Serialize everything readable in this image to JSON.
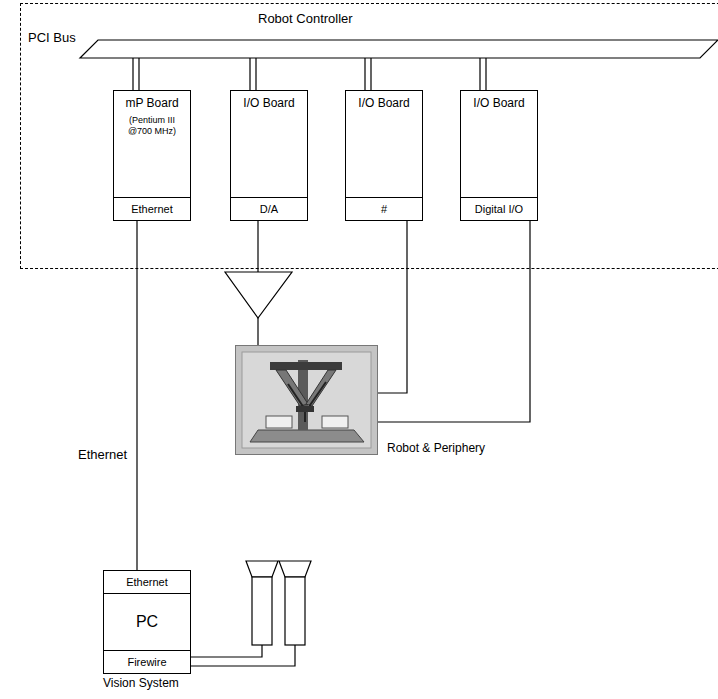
{
  "diagram": {
    "nodes": [
      {
        "text": [
          "Robot Controller"
        ]
      },
      {
        "text": [
          "PCI Bus"
        ],
        "in": 0
      },
      {
        "text": [
          "mP Board",
          "(Pentium III @700 MHz)"
        ],
        "in": 0
      },
      {
        "text": [
          "Ethernet"
        ],
        "in": 2
      },
      {
        "text": [
          "I/O Board"
        ],
        "in": 0
      },
      {
        "text": [
          "D/A"
        ],
        "in": 4
      },
      {
        "text": [
          "I/O Board"
        ],
        "in": 0
      },
      {
        "text": [
          "#"
        ],
        "in": 6
      },
      {
        "text": [
          "I/O Board"
        ],
        "in": 0
      },
      {
        "text": [
          "Digital I/O"
        ],
        "in": 8
      },
      {
        "text": [
          "Robot & Periphery"
        ]
      },
      {
        "text": [
          "PC",
          "Vision System"
        ]
      },
      {
        "text": [
          "Ethernet"
        ],
        "in": 11
      },
      {
        "text": [
          "Firewire"
        ],
        "in": 11
      }
    ],
    "edges": [
      {
        "from": 1,
        "to": 2,
        "arrow": "none"
      },
      {
        "from": 1,
        "to": 4,
        "arrow": "none"
      },
      {
        "from": 1,
        "to": 6,
        "arrow": "none"
      },
      {
        "from": 1,
        "to": 8,
        "arrow": "none"
      },
      {
        "from": 3,
        "to": 12,
        "label": "Ethernet",
        "arrow": "none"
      },
      {
        "from": 5,
        "to": 10,
        "arrow": "none"
      },
      {
        "from": 7,
        "to": 10,
        "arrow": "none"
      },
      {
        "from": 9,
        "to": 10,
        "arrow": "none"
      }
    ]
  }
}
